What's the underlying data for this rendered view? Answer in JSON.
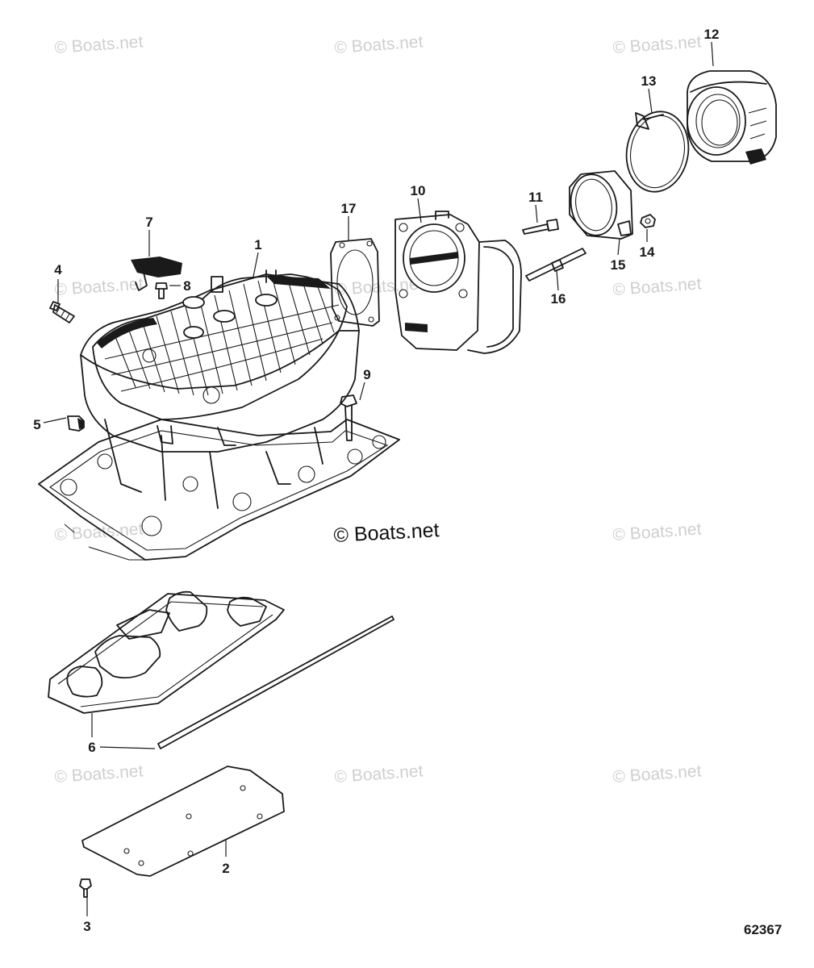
{
  "watermark": "© Boats.net",
  "figure_number": "62367",
  "callouts": {
    "c1": "1",
    "c2": "2",
    "c3": "3",
    "c4": "4",
    "c5": "5",
    "c6": "6",
    "c7": "7",
    "c8": "8",
    "c9": "9",
    "c10": "10",
    "c11": "11",
    "c12": "12",
    "c13": "13",
    "c14": "14",
    "c15": "15",
    "c16": "16",
    "c17": "17"
  },
  "colors": {
    "line": "#1a1a1a",
    "watermark": "#cfcfcf",
    "background": "#ffffff"
  }
}
